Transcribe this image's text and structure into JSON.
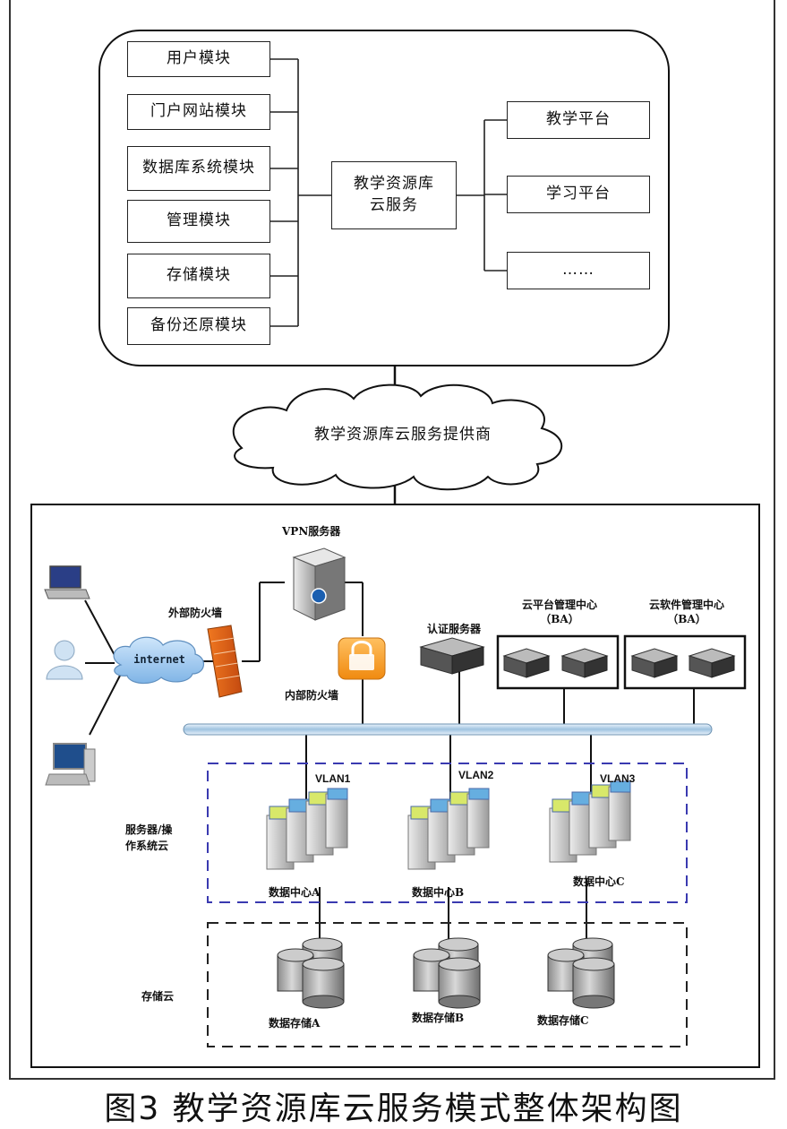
{
  "module_boxes": [
    "用户模块",
    "门户网站模块",
    "数据库系统模块",
    "管理模块",
    "存储模块",
    "备份还原模块"
  ],
  "center_box": {
    "line1": "教学资源库",
    "line2": "云服务"
  },
  "platform_boxes": [
    "教学平台",
    "学习平台",
    "……"
  ],
  "cloud_label": "教学资源库云服务提供商",
  "network": {
    "vpn_server": "VPN服务器",
    "external_firewall": "外部防火墙",
    "internal_firewall": "内部防火墙",
    "internet": "internet",
    "auth_server": "认证服务器",
    "cloud_platform_center": {
      "line1": "云平台管理中心",
      "line2": "（BA）"
    },
    "cloud_software_center": {
      "line1": "云软件管理中心",
      "line2": "（BA）"
    }
  },
  "vlans": [
    "VLAN1",
    "VLAN2",
    "VLAN3"
  ],
  "datacenters": [
    "数据中心A",
    "数据中心B",
    "数据中心C"
  ],
  "storages": [
    "数据存储A",
    "数据存储B",
    "数据存储C"
  ],
  "zones": {
    "server_os_cloud": {
      "line1": "服务器/操",
      "line2": "作系统云"
    },
    "storage_cloud": "存储云"
  },
  "caption": "图3  教学资源库云服务模式整体架构图"
}
